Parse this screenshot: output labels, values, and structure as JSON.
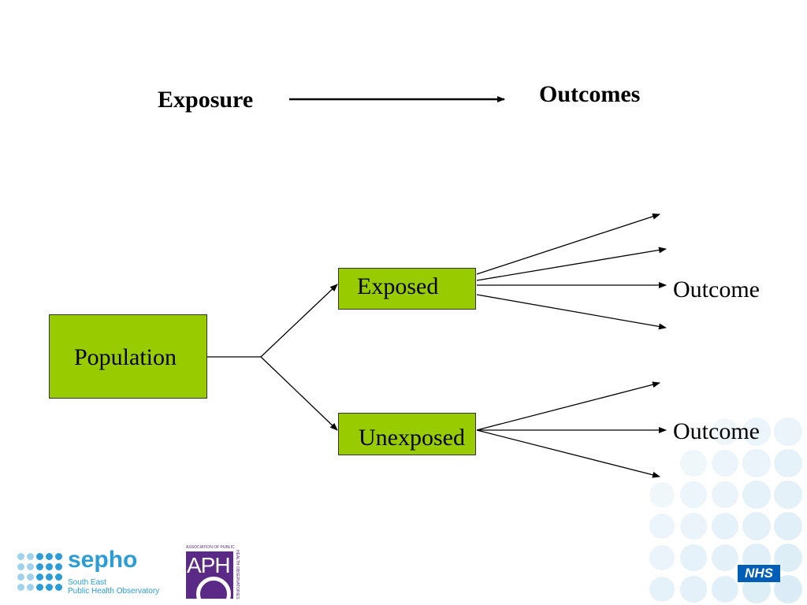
{
  "header": {
    "exposure_label": "Exposure",
    "outcomes_label": "Outcomes"
  },
  "diagram": {
    "population_label": "Population",
    "exposed_label": "Exposed",
    "unexposed_label": "Unexposed",
    "exposed_outcome_label": "Outcome",
    "unexposed_outcome_label": "Outcome",
    "box_color": "#99cc00"
  },
  "logos": {
    "sepho_name": "sepho",
    "sepho_line1": "South East",
    "sepho_line2": "Public Health Observatory",
    "aph_letters": "APH",
    "aph_caption_top": "ASSOCIATION OF PUBLIC",
    "aph_caption_side": "HEALTH OBSERVATORIES",
    "nhs_text": "NHS",
    "brand_blue": "#2a9dd6",
    "aph_purple": "#5b2a86",
    "nhs_blue": "#005eb8"
  }
}
